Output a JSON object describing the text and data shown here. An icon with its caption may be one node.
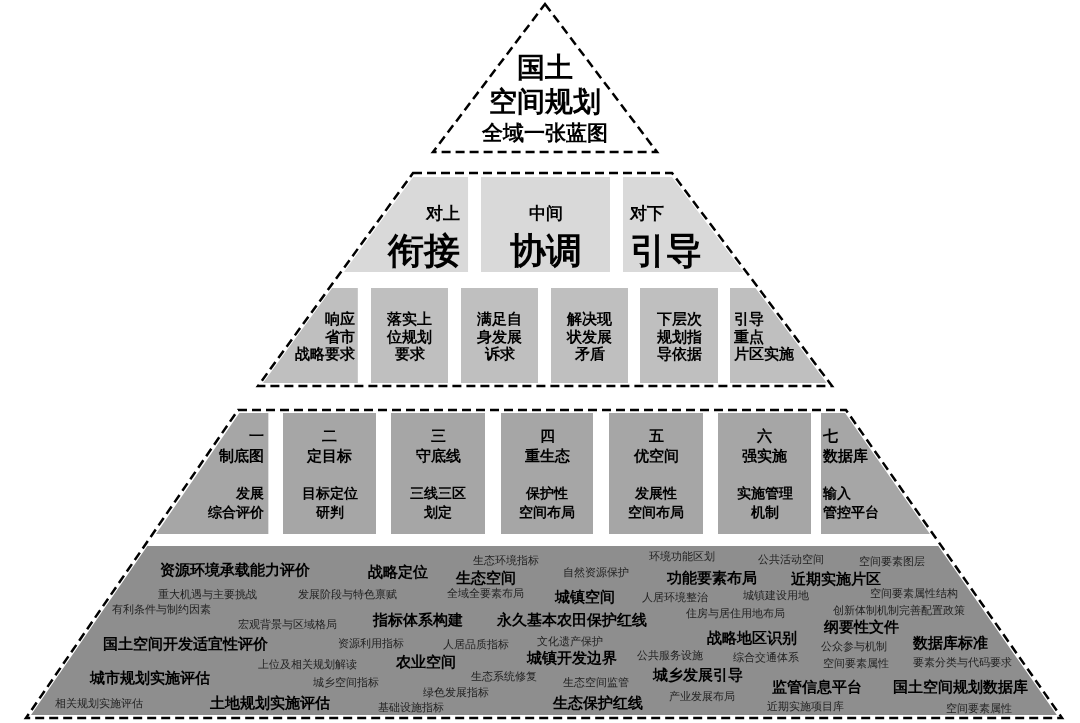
{
  "diagram": {
    "nodes": [
      {
        "text": [
          "国土空间规划",
          "全域一张蓝图"
        ]
      },
      {
        "text": [],
        "shape": "trapezoid"
      },
      {
        "text": [
          "对上",
          "衔接"
        ],
        "in": 1
      },
      {
        "text": [
          "中间",
          "协调"
        ],
        "in": 1
      },
      {
        "text": [
          "对下",
          "引导"
        ],
        "in": 1
      },
      {
        "text": [
          "响应省市战略要求"
        ],
        "in": 1
      },
      {
        "text": [
          "落实上位规划要求"
        ],
        "in": 1
      },
      {
        "text": [
          "满足自身发展诉求"
        ],
        "in": 1
      },
      {
        "text": [
          "解决现状发展矛盾"
        ],
        "in": 1
      },
      {
        "text": [
          "下层次规划指导依据"
        ],
        "in": 1
      },
      {
        "text": [
          "引导重点片区实施"
        ],
        "in": 1
      },
      {
        "text": [],
        "shape": "trapezoid"
      },
      {
        "text": [
          "一",
          "制底图",
          "发展综合评价"
        ],
        "in": 11
      },
      {
        "text": [
          "二",
          "定目标",
          "目标定位研判"
        ],
        "in": 11
      },
      {
        "text": [
          "三",
          "守底线",
          "三线三区划定"
        ],
        "in": 11
      },
      {
        "text": [
          "四",
          "重生态",
          "保护性空间布局"
        ],
        "in": 11
      },
      {
        "text": [
          "五",
          "优空间",
          "发展性空间布局"
        ],
        "in": 11
      },
      {
        "text": [
          "六",
          "强实施",
          "实施管理机制"
        ],
        "in": 11
      },
      {
        "text": [
          "七",
          "数据库",
          "输入管控平台"
        ],
        "in": 11
      },
      {
        "text": [
          "生态环境指标",
          "环境功能区划",
          "公共活动空间",
          "空间要素图层",
          "资源环境承载能力评价",
          "战略定位",
          "自然资源保护",
          "生态空间",
          "功能要素布局",
          "近期实施片区",
          "重大机遇与主要挑战",
          "发展阶段与特色禀赋",
          "全域全要素布局",
          "城镇空间",
          "人居环境整治",
          "城镇建设用地",
          "空间要素属性结构",
          "有利条件与制约因素",
          "住房与居住用地布局",
          "创新体制机制完善配置政策",
          "宏观背景与区域格局",
          "指标体系构建",
          "永久基本农田保护红线",
          "纲要性文件",
          "国土空间开发适宜性评价",
          "资源利用指标",
          "人居品质指标",
          "文化遗产保护",
          "战略地区识别",
          "公众参与机制",
          "数据库标准",
          "上位及相关规划解读",
          "农业空间",
          "城镇开发边界",
          "公共服务设施",
          "综合交通体系",
          "空间要素属性",
          "要素分类与代码要求",
          "城市规划实施评估",
          "城乡空间指标",
          "生态系统修复",
          "生态空间监管",
          "城乡发展引导",
          "监管信息平台",
          "国土空间规划数据库",
          "相关规划实施评估",
          "土地规划实施评估",
          "绿色发展指标",
          "基础设施指标",
          "生态保护红线",
          "产业发展布局",
          "近期实施项目库",
          "空间要素属性"
        ],
        "in": 11
      }
    ]
  }
}
